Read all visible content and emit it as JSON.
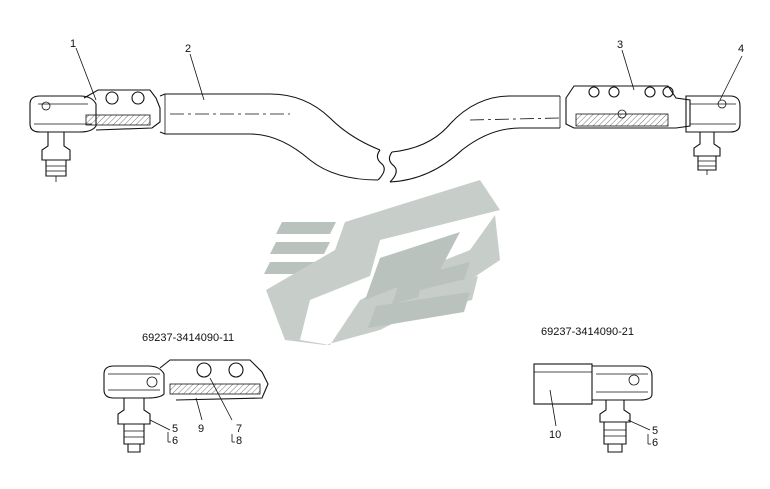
{
  "callouts": {
    "c1": "1",
    "c2": "2",
    "c3": "3",
    "c4": "4",
    "c5a": "5",
    "c6a": "6",
    "c7": "7",
    "c8": "8",
    "c9": "9",
    "c10": "10",
    "c5b": "5",
    "c6b": "6"
  },
  "variants": {
    "left_part_number": "69237-3414090-11",
    "right_part_number": "69237-3414090-21"
  },
  "colors": {
    "line": "#111111",
    "watermark": "#b9c2bd",
    "watermark_light": "#d4dad6"
  }
}
